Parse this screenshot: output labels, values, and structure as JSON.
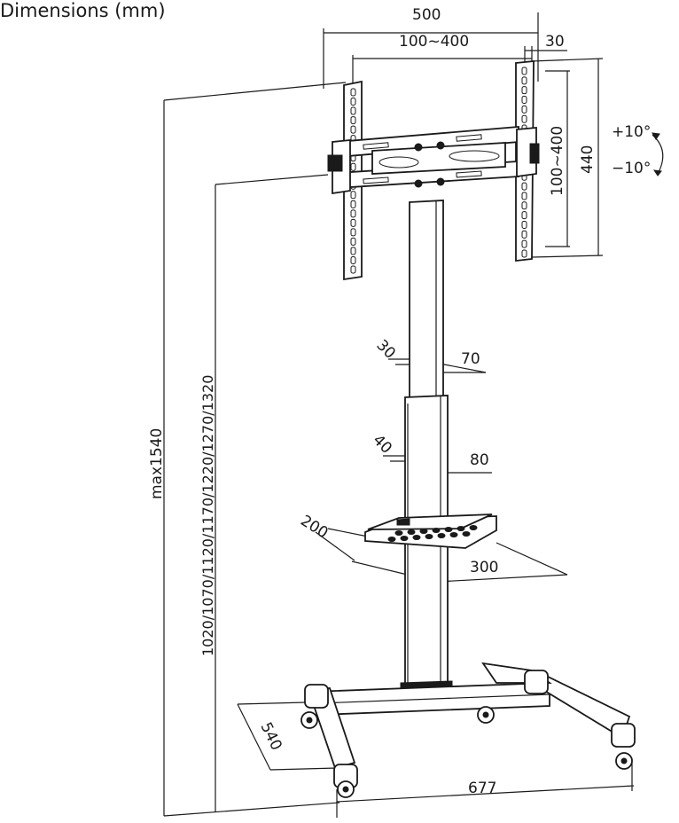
{
  "title": "Dimensions (mm)",
  "dims": {
    "width_total": "500",
    "vesa_horizontal": "100~400",
    "offset": "30",
    "vesa_vertical": "100~400",
    "bracket_height": "440",
    "tilt_up": "+10°",
    "tilt_down": "−10°",
    "column_depth_upper": "30",
    "column_width_upper": "70",
    "column_depth_lower": "40",
    "column_width_lower": "80",
    "shelf_depth": "200",
    "shelf_width": "300",
    "height_max": "max1540",
    "height_options": "1020/1070/1120/1170/1220/1270/1320",
    "base_depth": "540",
    "base_width": "677"
  }
}
